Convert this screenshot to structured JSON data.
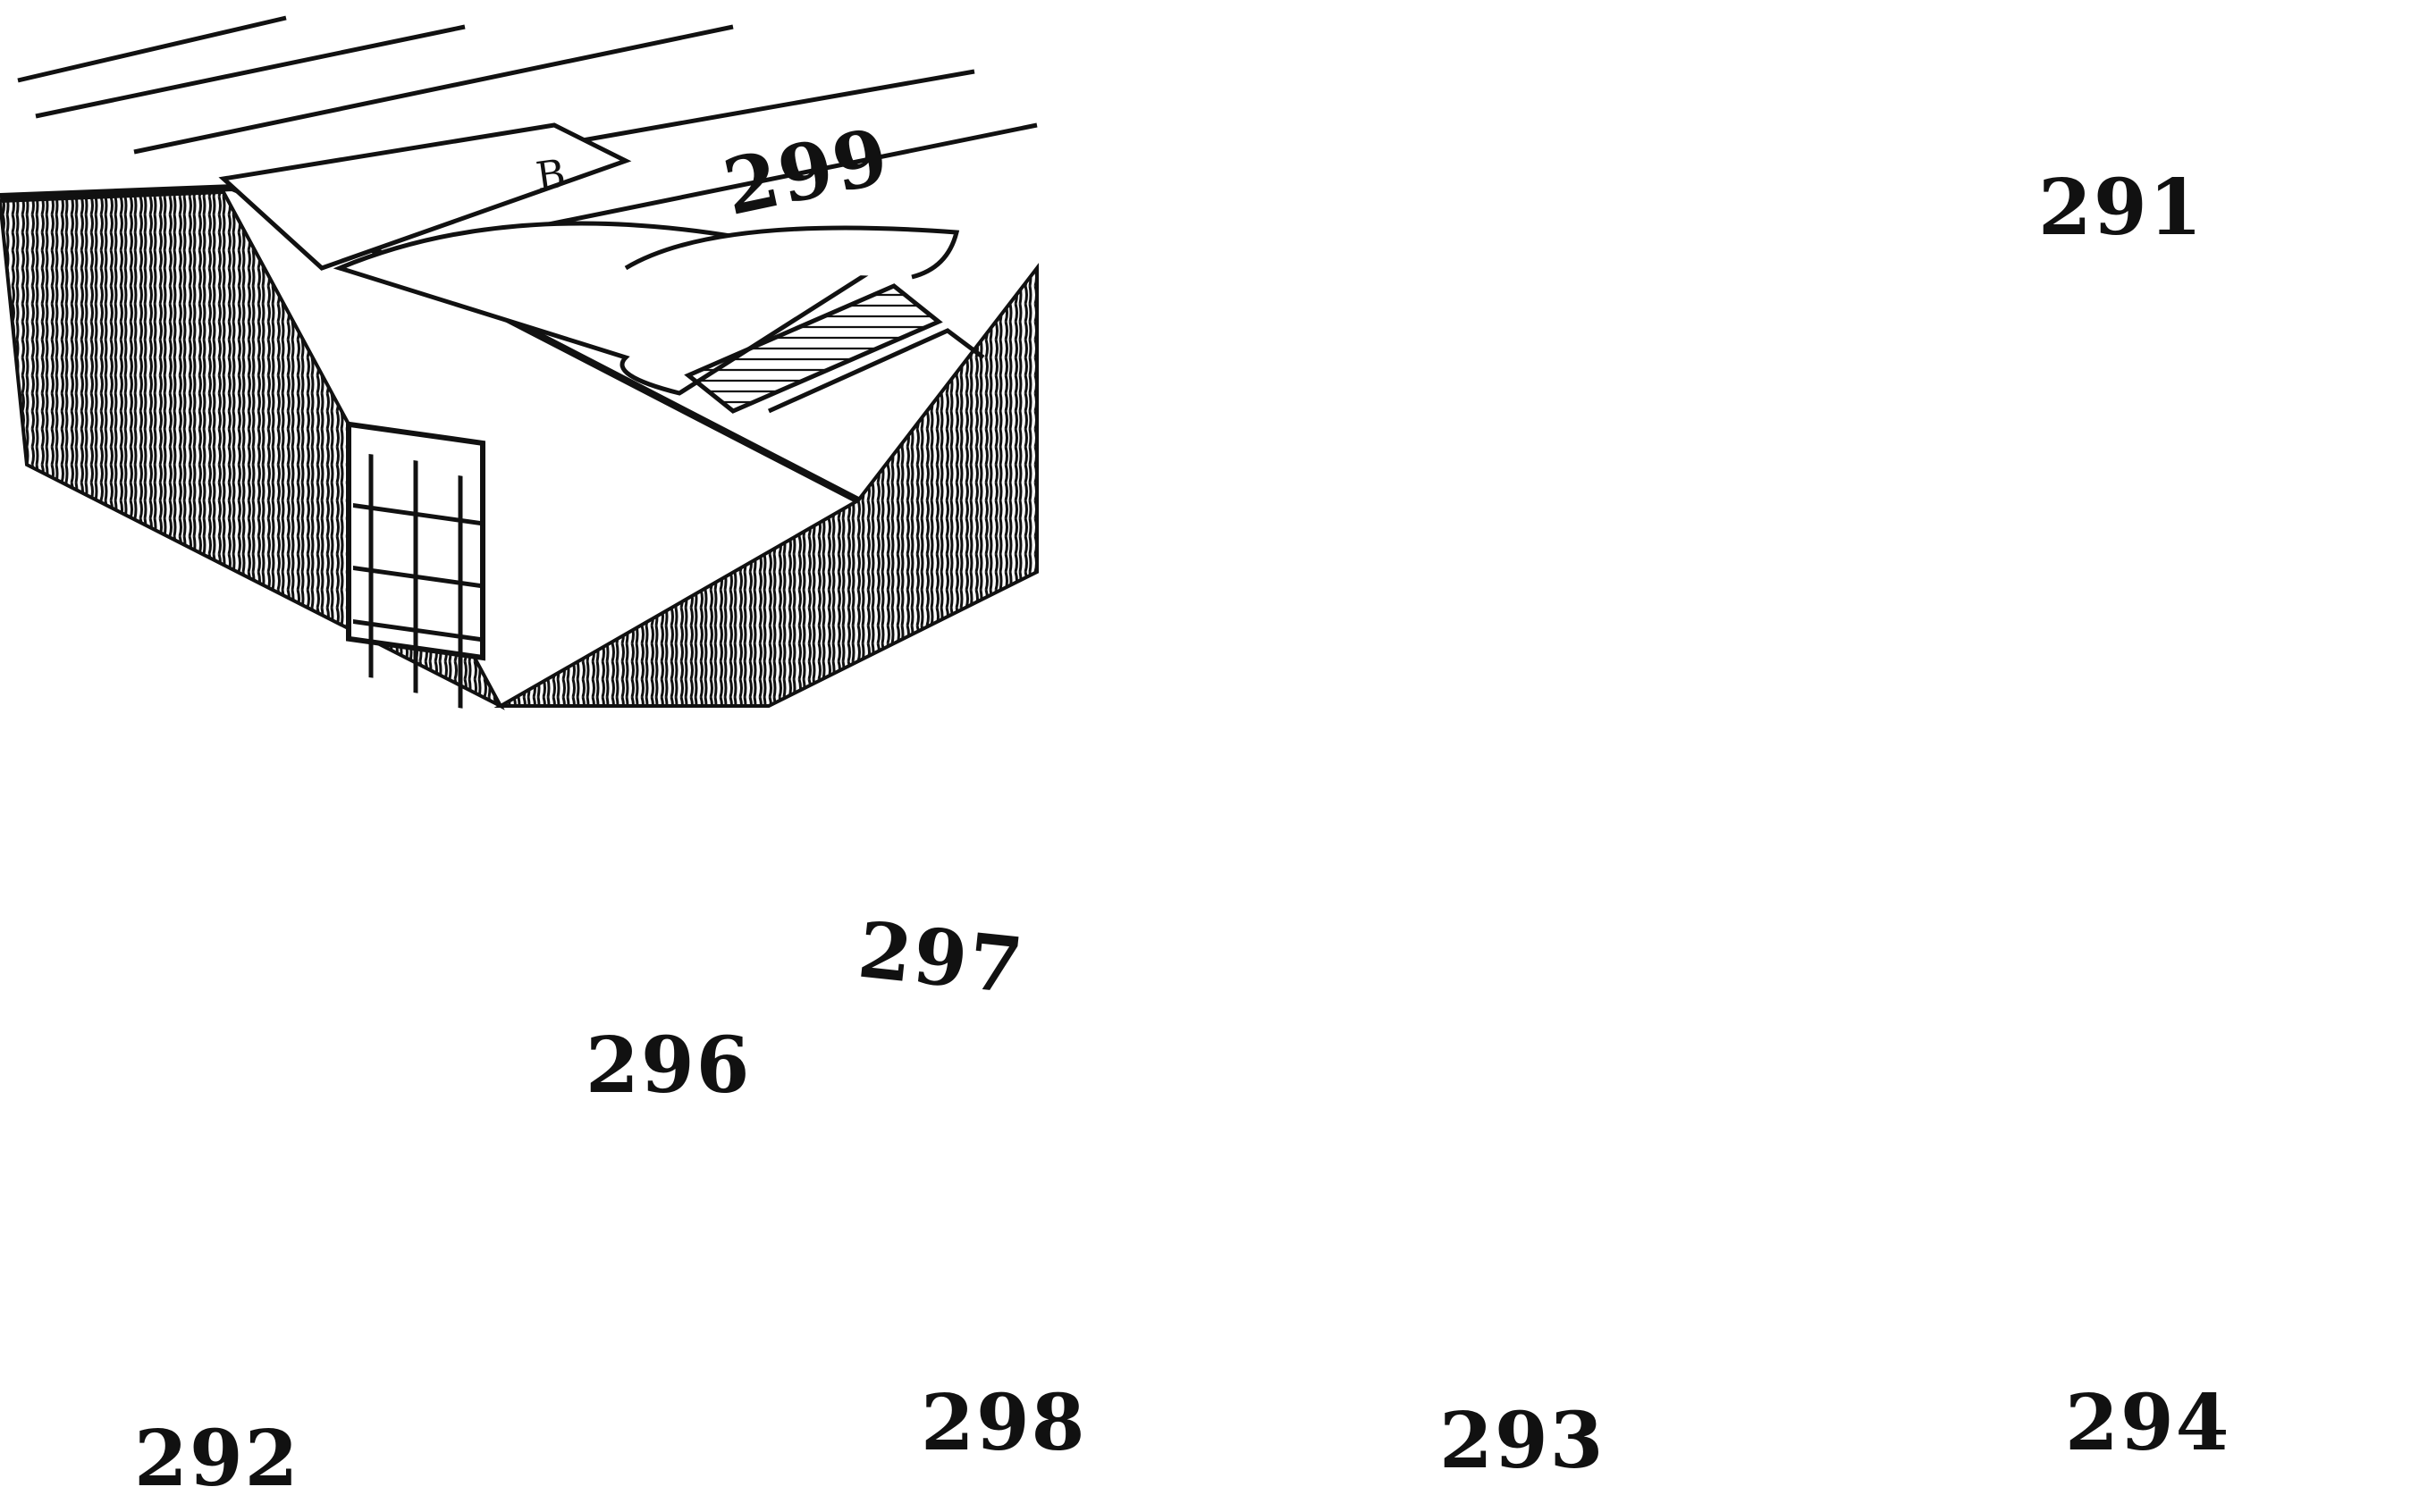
{
  "figures": {
    "f299": {
      "number": "299",
      "letter": "B"
    },
    "f291": {
      "number": "291"
    },
    "f297": {
      "number": "297"
    },
    "f296": {
      "number": "296"
    },
    "f292": {
      "number": "292"
    },
    "f298": {
      "number": "298"
    },
    "f293": {
      "number": "293"
    },
    "f294": {
      "number": "294"
    }
  },
  "colors": {
    "ink": "#111111",
    "paper": "#ffffff"
  }
}
